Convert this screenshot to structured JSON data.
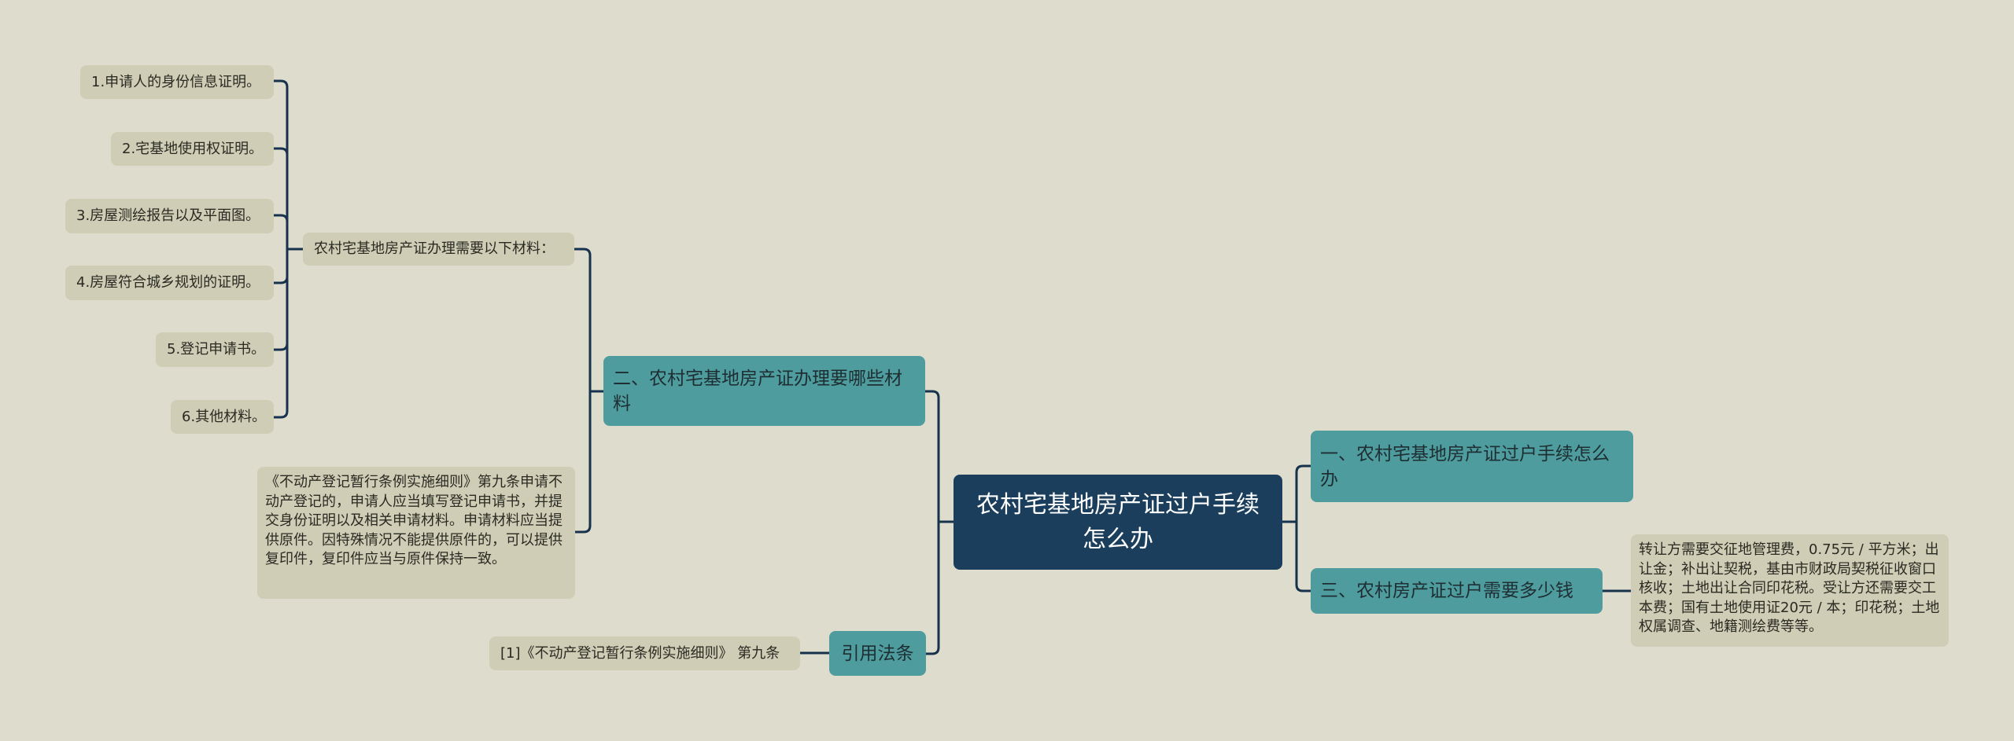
{
  "colors": {
    "background": "#dedccc",
    "leaf": "#cfcdb6",
    "branch": "#4e9c9e",
    "root": "#1a3e5c",
    "connector": "#17324d"
  },
  "root": {
    "label": "农村宅基地房产证过户手续怎么办"
  },
  "branches": {
    "one": {
      "label": "一、农村宅基地房产证过户手续怎么办"
    },
    "two": {
      "label": "二、农村宅基地房产证办理要哪些材料",
      "materials": {
        "label": "农村宅基地房产证办理需要以下材料：",
        "items": [
          "1.申请人的身份信息证明。",
          "2.宅基地使用权证明。",
          "3.房屋测绘报告以及平面图。",
          "4.房屋符合城乡规划的证明。",
          "5.登记申请书。",
          "6.其他材料。"
        ]
      },
      "regulation": "《不动产登记暂行条例实施细则》第九条申请不动产登记的，申请人应当填写登记申请书，并提交身份证明以及相关申请材料。申请材料应当提供原件。因特殊情况不能提供原件的，可以提供复印件，复印件应当与原件保持一致。"
    },
    "three": {
      "label": "三、农村房产证过户需要多少钱",
      "detail": "转让方需要交征地管理费，0.75元 / 平方米；出让金；补出让契税，基由市财政局契税征收窗口核收；土地出让合同印花税。受让方还需要交工本费；国有土地使用证20元 / 本；印花税；土地权属调查、地籍测绘费等等。"
    },
    "citation": {
      "label": "引用法条",
      "reference": "[1]《不动产登记暂行条例实施细则》 第九条"
    }
  }
}
